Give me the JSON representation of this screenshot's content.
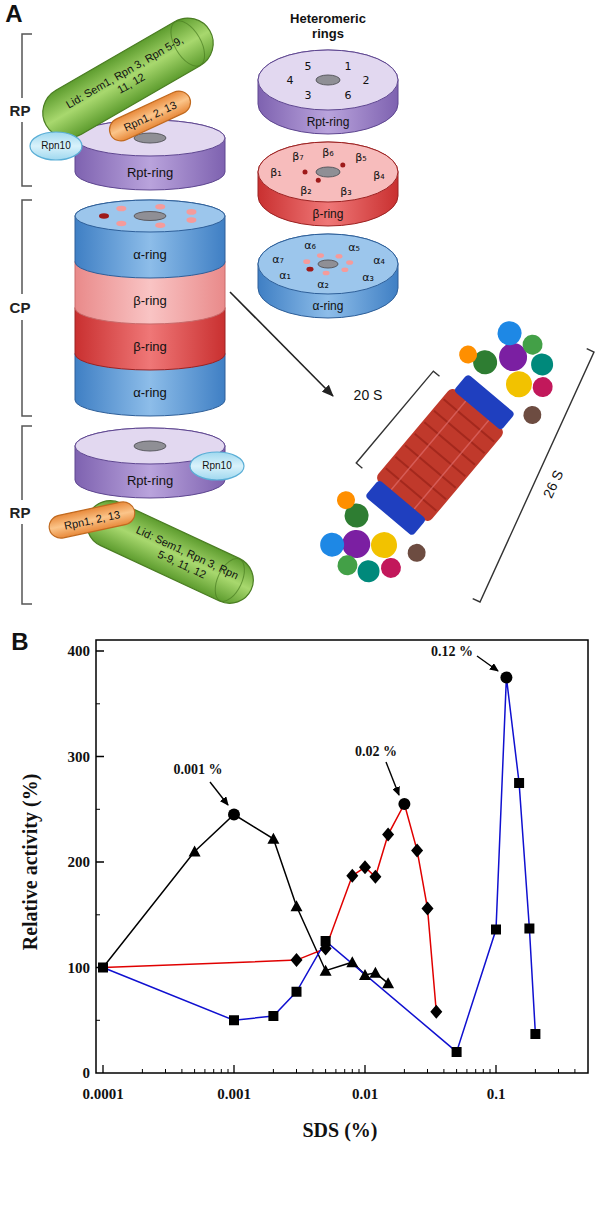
{
  "diagram": {
    "nodes": [
      {
        "text": [
          "Lid: Sem1, Rpn 3, Rpn 5-9, 11, 12"
        ]
      },
      {
        "text": [
          "Rpn10"
        ]
      },
      {
        "text": [
          "Rpn1, 2, 13"
        ]
      },
      {
        "text": [
          "Rpt-ring"
        ]
      },
      {
        "text": [
          "α-ring"
        ]
      },
      {
        "text": [
          "β-ring"
        ]
      },
      {
        "text": [
          "β-ring"
        ]
      },
      {
        "text": [
          "α-ring"
        ]
      },
      {
        "text": [
          "Rpt-ring"
        ]
      },
      {
        "text": [
          "Rpn10"
        ]
      },
      {
        "text": [
          "Rpn1, 2, 13"
        ]
      },
      {
        "text": [
          "Lid: Sem1, Rpn 3, Rpn 5-9, 11, 12"
        ]
      },
      {
        "text": [
          "Rpt-ring"
        ]
      },
      {
        "text": [
          "β-ring"
        ]
      },
      {
        "text": [
          "α-ring"
        ]
      }
    ],
    "labels": [
      "A",
      "RP",
      "CP",
      "RP",
      "Heteromeric rings",
      "5",
      "1",
      "4",
      "2",
      "3",
      "6",
      "β₇",
      "β₆",
      "β₅",
      "β₁",
      "β₄",
      "β₂",
      "β₃",
      "α₇",
      "α₆",
      "α₅",
      "α₄",
      "α₃",
      "α₂",
      "α₁",
      "20 S",
      "26 S",
      "B",
      "400",
      "300",
      "200",
      "100",
      "0",
      "0.0001",
      "0.001",
      "0.01",
      "0.1",
      "Relative activity (%)",
      "SDS (%)",
      "0.001 %",
      "0.02 %",
      "0.12 %"
    ]
  }
}
